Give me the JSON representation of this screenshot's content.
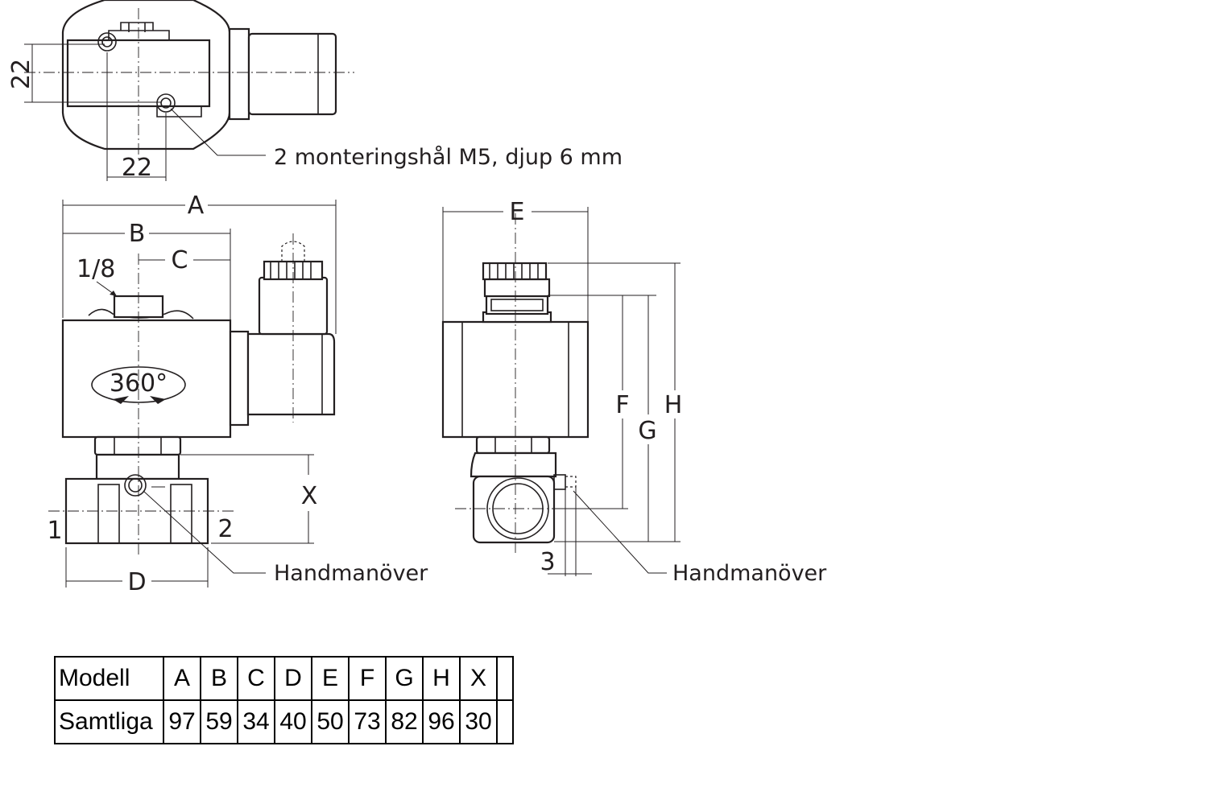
{
  "top_view": {
    "dim_vertical": "22",
    "dim_horizontal": "22",
    "mounting_note": "2 monteringshål M5, djup 6 mm"
  },
  "front_view": {
    "dim_a": "A",
    "dim_b": "B",
    "dim_c": "C",
    "dim_d": "D",
    "dim_x": "X",
    "port_size": "1/8",
    "rotation": "360°",
    "port_in": "1",
    "port_out": "2",
    "manual_override": "Handmanöver"
  },
  "side_view": {
    "dim_e": "E",
    "dim_f": "F",
    "dim_g": "G",
    "dim_h": "H",
    "port_3": "3",
    "manual_override": "Handmanöver"
  },
  "table": {
    "header": [
      "Modell",
      "A",
      "B",
      "C",
      "D",
      "E",
      "F",
      "G",
      "H",
      "X",
      ""
    ],
    "rows": [
      [
        "Samtliga",
        "97",
        "59",
        "34",
        "40",
        "50",
        "73",
        "82",
        "96",
        "30",
        ""
      ]
    ]
  }
}
